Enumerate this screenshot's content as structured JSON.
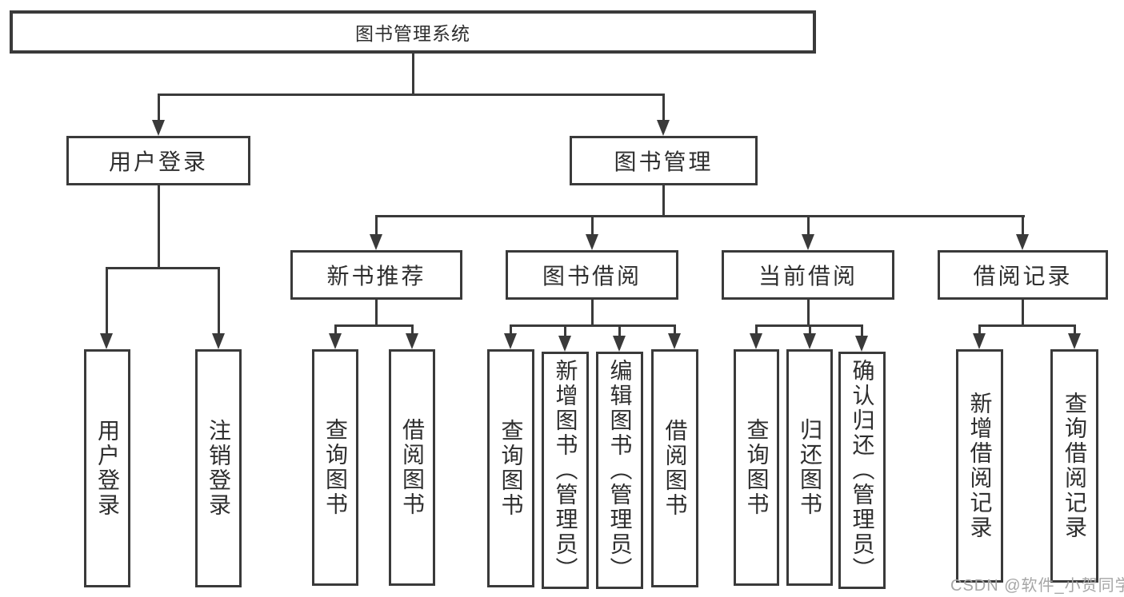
{
  "tree": {
    "label": "图书管理系统",
    "children": [
      {
        "label": "用户登录",
        "children": [
          {
            "label": "用户登录"
          },
          {
            "label": "注销登录"
          }
        ]
      },
      {
        "label": "图书管理",
        "children": [
          {
            "label": "新书推荐",
            "children": [
              {
                "label": "查询图书"
              },
              {
                "label": "借阅图书"
              }
            ]
          },
          {
            "label": "图书借阅",
            "children": [
              {
                "label": "查询图书"
              },
              {
                "label": "新增图书（管理员）"
              },
              {
                "label": "编辑图书（管理员）"
              },
              {
                "label": "借阅图书"
              }
            ]
          },
          {
            "label": "当前借阅",
            "children": [
              {
                "label": "查询图书"
              },
              {
                "label": "归还图书"
              },
              {
                "label": "确认归还（管理员）"
              }
            ]
          },
          {
            "label": "借阅记录",
            "children": [
              {
                "label": "新增借阅记录"
              },
              {
                "label": "查询借阅记录"
              }
            ]
          }
        ]
      }
    ]
  },
  "watermark": "CSDN @软件_小贺同学",
  "colors": {
    "line": "#3a3a3a",
    "text": "#2e2e2e",
    "watermark": "#a6a6a6",
    "background": "#ffffff"
  }
}
